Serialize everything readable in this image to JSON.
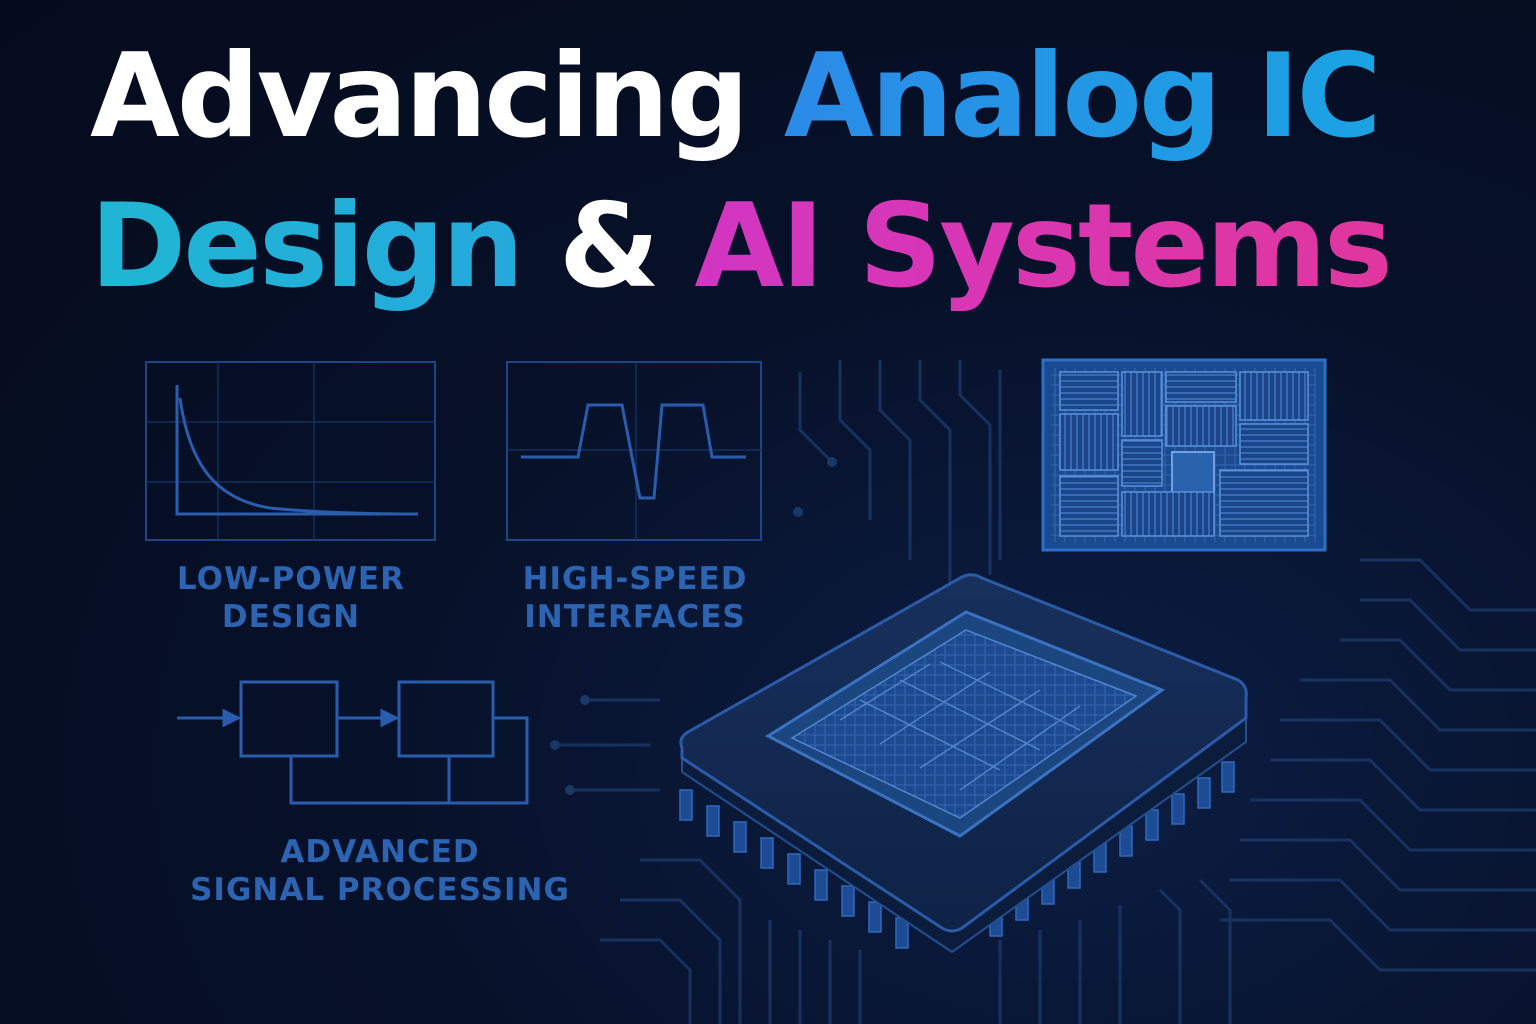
{
  "headline": {
    "line1": {
      "word1": "Advancing",
      "word2": "Analog IC"
    },
    "line2": {
      "word1": "Design",
      "word2": "&",
      "word3": "AI Systems"
    }
  },
  "panels": {
    "low_power": {
      "line1": "LOW-POWER",
      "line2": "DESIGN"
    },
    "high_speed": {
      "line1": "HIGH-SPEED",
      "line2": "INTERFACES"
    },
    "signal_processing": {
      "line1": "ADVANCED",
      "line2": "SIGNAL PROCESSING"
    }
  },
  "colors": {
    "background": "#050b1c",
    "headline_white": "#ffffff",
    "headline_blue": "#2396e6",
    "headline_cyan": "#1fb2d6",
    "headline_magenta": "#d936b2",
    "panel_line": "#1f4f94",
    "panel_label": "#2c64b2",
    "chip_body": "#132a55"
  },
  "icons": [
    "decay-curve-graph",
    "pulse-waveform",
    "block-diagram",
    "die-layout",
    "ic-chip",
    "circuit-traces"
  ]
}
